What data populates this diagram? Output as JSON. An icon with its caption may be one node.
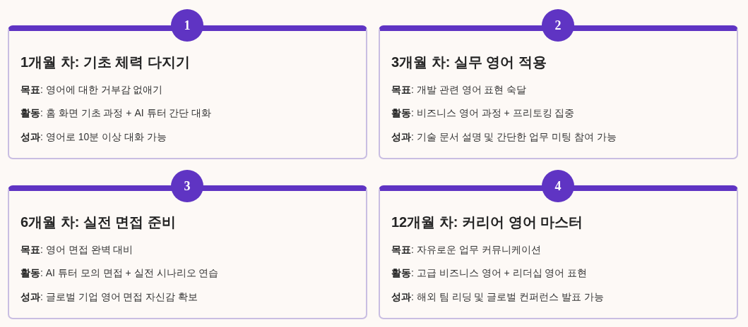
{
  "diagram": {
    "nodes": [
      {
        "text": [
          "1"
        ]
      },
      {
        "text": [
          "1개월 차: 기초 체력 다지기",
          "**목표**: 영어에 대한 거부감 없애기",
          "**활동**: 홈 화면 기초 과정 + AI 튜터 간단 대화",
          "**성과**: 영어로 10분 이상 대화 가능"
        ]
      },
      {
        "text": [
          "2"
        ]
      },
      {
        "text": [
          "3개월 차: 실무 영어 적용",
          "**목표**: 개발 관련 영어 표현 숙달",
          "**활동**: 비즈니스 영어 과정 + 프리토킹 집중",
          "**성과**: 기술 문서 설명 및 간단한 업무 미팅 참여 가능"
        ]
      },
      {
        "text": [
          "3"
        ]
      },
      {
        "text": [
          "6개월 차: 실전 면접 준비",
          "**목표**: 영어 면접 완벽 대비",
          "**활동**: AI 튜터 모의 면접 + 실전 시나리오 연습",
          "**성과**: 글로벌 기업 영어 면접 자신감 확보"
        ]
      },
      {
        "text": [
          "4"
        ]
      },
      {
        "text": [
          "12개월 차: 커리어 영어 마스터",
          "**목표**: 자유로운 업무 커뮤니케이션",
          "**활동**: 고급 비즈니스 영어 + 리더십 영어 표현",
          "**성과**: 해외 팀 리딩 및 글로벌 컨퍼런스 발표 가능"
        ]
      }
    ]
  }
}
